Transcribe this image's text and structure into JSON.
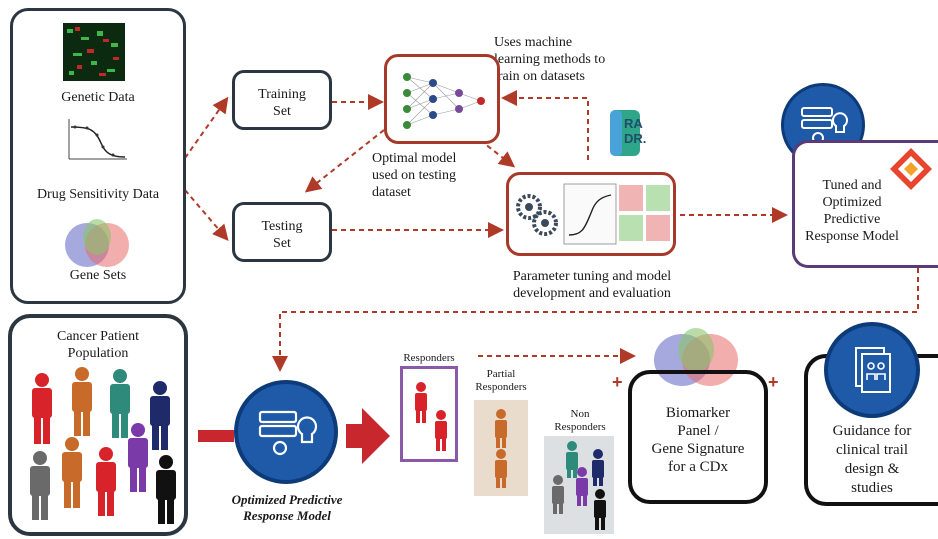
{
  "inputs": {
    "genetic_data": "Genetic Data",
    "drug_sensitivity": "Drug Sensitivity Data",
    "gene_sets": "Gene  Sets"
  },
  "training_set": [
    "Training",
    "Set"
  ],
  "testing_set": [
    "Testing",
    "Set"
  ],
  "ml_note": [
    "Uses machine",
    "learning methods to",
    "train on datasets"
  ],
  "optimal_model": [
    "Optimal model",
    "used on testing",
    "dataset"
  ],
  "parameter_tuning": [
    "Parameter tuning and model",
    "development and evaluation"
  ],
  "radr_logo": [
    "RA",
    "DR."
  ],
  "tuned_model": [
    "Tuned and",
    "Optimized",
    "Predictive",
    "Response Model"
  ],
  "patient_population": [
    "Cancer Patient",
    "Population"
  ],
  "optimized_model_caption": [
    "Optimized Predictive",
    "Response Model"
  ],
  "groups": {
    "responders": "Responders",
    "partial": [
      "Partial",
      "Responders"
    ],
    "non": [
      "Non",
      "Responders"
    ]
  },
  "biomarker": [
    "Biomarker",
    "Panel /",
    "Gene Signature",
    "for a CDx"
  ],
  "plus_sign": "+",
  "guidance": [
    "Guidance for",
    "clinical trail",
    "design &",
    "studies"
  ],
  "colors": {
    "arrow": "#b03a28",
    "box_border": "#2b3640",
    "model_border": "#a63a2a",
    "tuned_border": "#5a3a78",
    "circle_blue": "#1e5aa8",
    "big_arrow": "#c8272e"
  }
}
